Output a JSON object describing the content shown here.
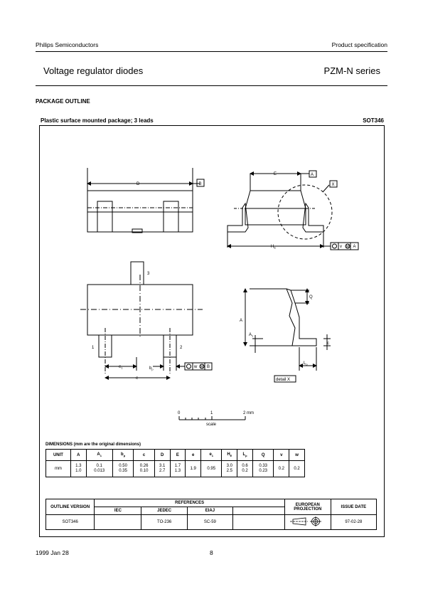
{
  "header": {
    "company": "Philips Semiconductors",
    "doc_type": "Product specification",
    "title": "Voltage regulator diodes",
    "series": "PZM-N series"
  },
  "section_title": "PACKAGE OUTLINE",
  "package": {
    "description": "Plastic surface mounted package; 3 leads",
    "code": "SOT346"
  },
  "drawing_labels": {
    "D": "D",
    "E": "E",
    "B": "B",
    "A_ref": "A",
    "X": "X",
    "HE_main": "H",
    "HE_sub": "E",
    "v_tol": "v",
    "M": "M",
    "lead1": "1",
    "lead2": "2",
    "lead3": "3",
    "e1_main": "e",
    "e1_sub": "1",
    "bp_main": "b",
    "bp_sub": "p",
    "w_tol": "w",
    "e": "e",
    "A": "A",
    "A1_main": "A",
    "A1_sub": "1",
    "Q": "Q",
    "c": "c",
    "Lp_main": "L",
    "Lp_sub": "p",
    "detail": "detail X"
  },
  "scale": {
    "ticks": [
      "0",
      "1",
      "2 mm"
    ],
    "label": "scale"
  },
  "dimensions": {
    "title": "DIMENSIONS (mm are the original dimensions)",
    "headers": [
      {
        "main": "UNIT",
        "sub": ""
      },
      {
        "main": "A",
        "sub": ""
      },
      {
        "main": "A",
        "sub": "1"
      },
      {
        "main": "b",
        "sub": "p"
      },
      {
        "main": "c",
        "sub": ""
      },
      {
        "main": "D",
        "sub": ""
      },
      {
        "main": "E",
        "sub": ""
      },
      {
        "main": "e",
        "sub": ""
      },
      {
        "main": "e",
        "sub": "1"
      },
      {
        "main": "H",
        "sub": "E"
      },
      {
        "main": "L",
        "sub": "p"
      },
      {
        "main": "Q",
        "sub": ""
      },
      {
        "main": "v",
        "sub": ""
      },
      {
        "main": "w",
        "sub": ""
      }
    ],
    "row": [
      [
        "mm"
      ],
      [
        "1.3",
        "1.0"
      ],
      [
        "0.1",
        "0.013"
      ],
      [
        "0.50",
        "0.35"
      ],
      [
        "0.26",
        "0.10"
      ],
      [
        "3.1",
        "2.7"
      ],
      [
        "1.7",
        "1.3"
      ],
      [
        "1.9"
      ],
      [
        "0.95"
      ],
      [
        "3.0",
        "2.5"
      ],
      [
        "0.6",
        "0.2"
      ],
      [
        "0.33",
        "0.23"
      ],
      [
        "0.2"
      ],
      [
        "0.2"
      ]
    ]
  },
  "references": {
    "outline_version_label": "OUTLINE VERSION",
    "references_label": "REFERENCES",
    "iec_label": "IEC",
    "jedec_label": "JEDEC",
    "eiaj_label": "EIAJ",
    "projection_label": "EUROPEAN PROJECTION",
    "issue_date_label": "ISSUE DATE",
    "outline_version": "SOT346",
    "iec": "",
    "jedec": "TO-236",
    "eiaj": "SC-59",
    "issue_date": "97-02-28"
  },
  "footer": {
    "date": "1999 Jan 28",
    "page": "8"
  }
}
